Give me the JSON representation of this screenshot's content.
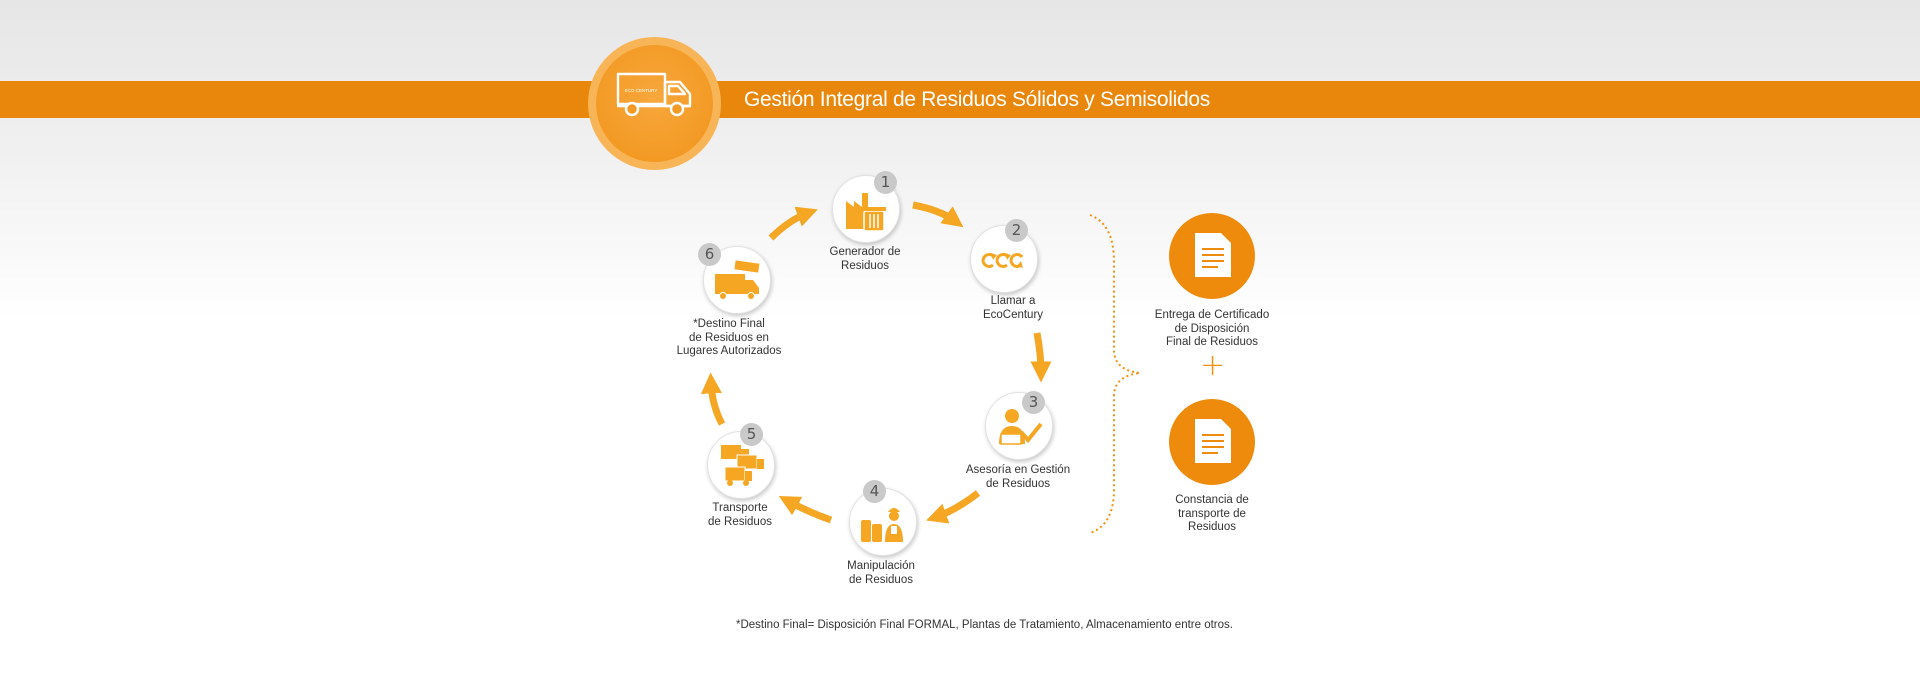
{
  "header": {
    "title": "Gestión Integral de Residuos Sólidos y Semisolidos",
    "badge_icon": "delivery-truck-icon",
    "truck_text": "ECO CENTURY"
  },
  "colors": {
    "brand_orange": "#e8870c",
    "step_orange": "#f5a623",
    "number_gray": "#c9c9c9"
  },
  "steps": [
    {
      "number": "1",
      "label_lines": [
        "Generador de",
        "Residuos"
      ],
      "icon": "factory-trash-icon"
    },
    {
      "number": "2",
      "label_lines": [
        "Llamar a",
        "EcoCentury"
      ],
      "icon": "recycle-cycle-icon"
    },
    {
      "number": "3",
      "label_lines": [
        "Asesoría en Gestión",
        "de Residuos"
      ],
      "icon": "advisor-check-icon"
    },
    {
      "number": "4",
      "label_lines": [
        "Manipulación",
        "de Residuos"
      ],
      "icon": "worker-containers-icon"
    },
    {
      "number": "5",
      "label_lines": [
        "Transporte",
        "de Residuos"
      ],
      "icon": "truck-fleet-icon"
    },
    {
      "number": "6",
      "label_lines": [
        "*Destino Final",
        "de Residuos en",
        "Lugares Autorizados"
      ],
      "icon": "truck-destination-icon"
    }
  ],
  "results": [
    {
      "label_lines": [
        "Entrega de Certificado",
        "de Disposición",
        "Final de Residuos"
      ],
      "icon": "document-icon"
    },
    {
      "label_lines": [
        "Constancia de",
        "transporte de",
        "Residuos"
      ],
      "icon": "document-icon"
    }
  ],
  "plus_symbol": "+",
  "footnote": "*Destino Final= Disposición Final FORMAL, Plantas de Tratamiento, Almacenamiento entre otros."
}
